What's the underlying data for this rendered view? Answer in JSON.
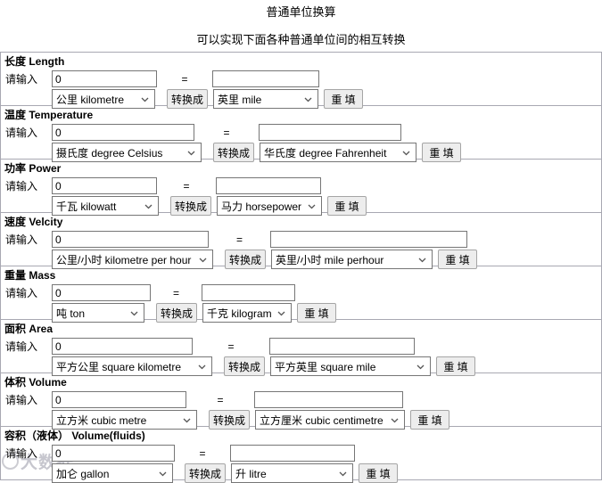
{
  "page": {
    "title": "普通单位换算",
    "subtitle": "可以实现下面各种普通单位间的相互转换"
  },
  "labels": {
    "input_prompt": "请输入",
    "equals": "=",
    "convert_button": "转换成",
    "reset_button": "重 填"
  },
  "watermark": {
    "text": "大数据"
  },
  "sections": [
    {
      "title": "长度 Length",
      "input_value": "0",
      "result_value": "",
      "from_unit": "公里 kilometre",
      "to_unit": "英里 mile"
    },
    {
      "title": "温度 Temperature",
      "input_value": "0",
      "result_value": "",
      "from_unit": "摄氏度 degree Celsius",
      "to_unit": "华氏度 degree Fahrenheit"
    },
    {
      "title": "功率 Power",
      "input_value": "0",
      "result_value": "",
      "from_unit": "千瓦 kilowatt",
      "to_unit": "马力 horsepower"
    },
    {
      "title": "速度 Velcity",
      "input_value": "0",
      "result_value": "",
      "from_unit": "公里/小时 kilometre per hour",
      "to_unit": "英里/小时 mile perhour"
    },
    {
      "title": "重量 Mass",
      "input_value": "0",
      "result_value": "",
      "from_unit": "吨 ton",
      "to_unit": "千克 kilogram"
    },
    {
      "title": "面积 Area",
      "input_value": "0",
      "result_value": "",
      "from_unit": "平方公里 square kilometre",
      "to_unit": "平方英里 square mile"
    },
    {
      "title": "体积 Volume",
      "input_value": "0",
      "result_value": "",
      "from_unit": "立方米 cubic metre",
      "to_unit": "立方厘米 cubic centimetre"
    },
    {
      "title": "容积（液体） Volume(fluids)",
      "input_value": "0",
      "result_value": "",
      "from_unit": "加仑 gallon",
      "to_unit": "升 litre"
    }
  ]
}
